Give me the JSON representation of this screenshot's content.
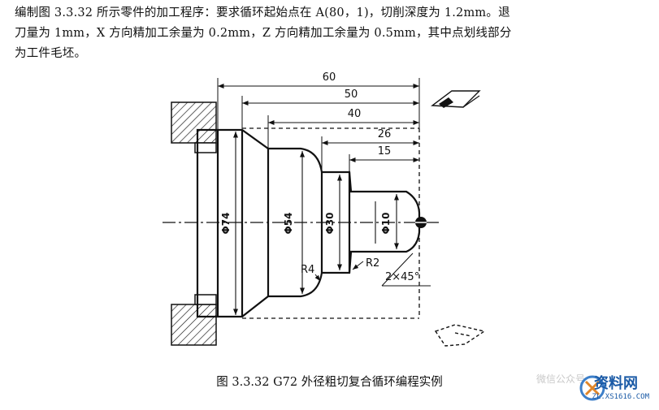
{
  "problem": {
    "line1": "编制图 3.3.32 所示零件的加工程序：要求循环起始点在 A(80，1)，切削深度为 1.2mm。退",
    "line2": "刀量为 1mm，X 方向精加工余量为 0.2mm，Z 方向精加工余量为 0.5mm，其中点划线部分",
    "line3": "为工件毛坯。"
  },
  "dimensions": {
    "d60": "60",
    "d50": "50",
    "d40": "40",
    "d26": "26",
    "d15": "15",
    "phi74": "Φ74",
    "phi54": "Φ54",
    "phi30": "Φ30",
    "phi10": "Φ10",
    "r4": "R4",
    "r2": "R2",
    "chamfer": "2×45°"
  },
  "caption": "图 3.3.32    G72 外径粗切复合循环编程实例",
  "watermark": {
    "wechat": "微信公众号",
    "site_cn": "资料网",
    "site_url": "ZL.XS1616.COM"
  }
}
